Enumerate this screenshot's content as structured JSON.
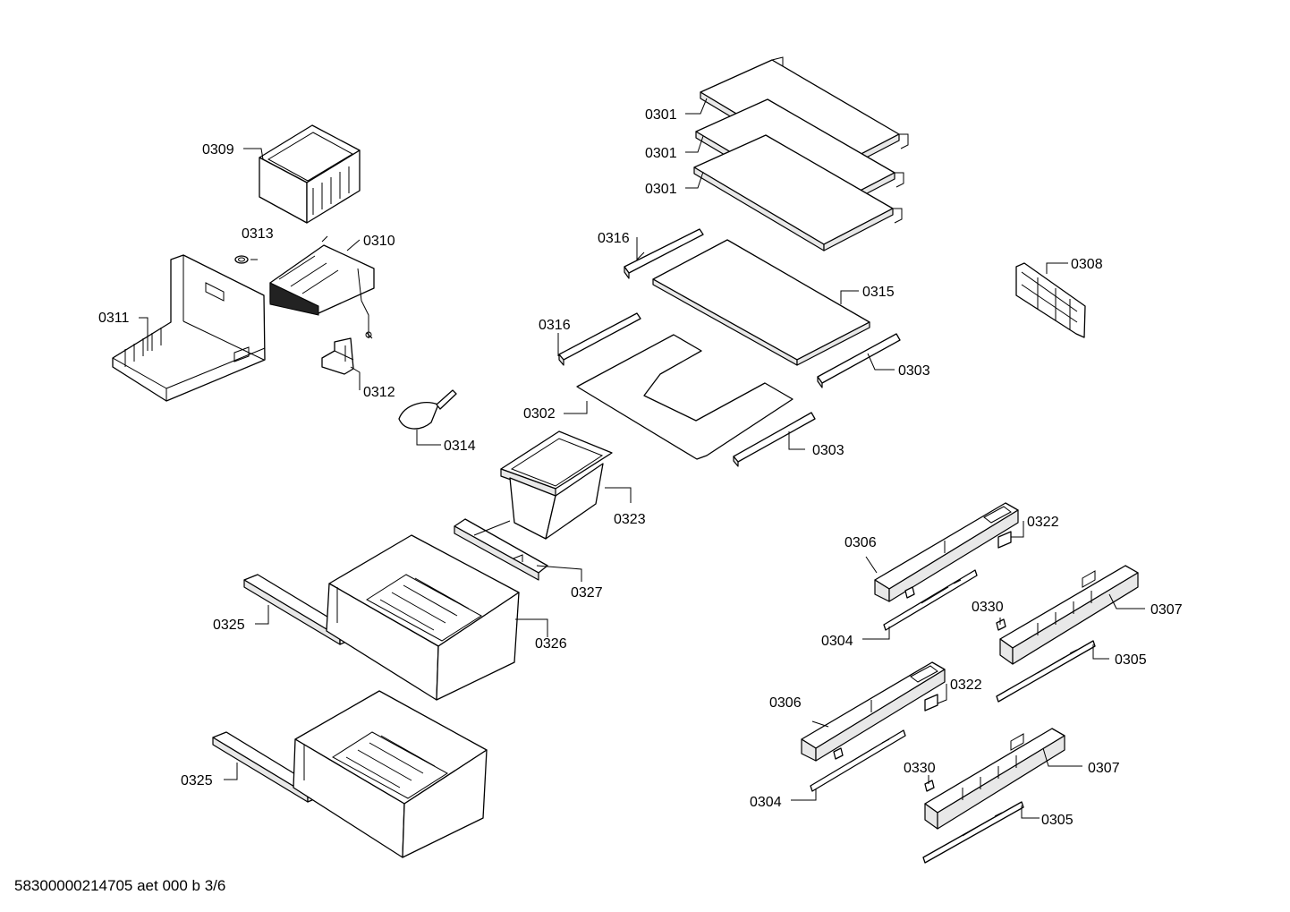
{
  "callouts": {
    "c0301a": "0301",
    "c0301b": "0301",
    "c0301c": "0301",
    "c0302": "0302",
    "c0303a": "0303",
    "c0303b": "0303",
    "c0304a": "0304",
    "c0304b": "0304",
    "c0305a": "0305",
    "c0305b": "0305",
    "c0306a": "0306",
    "c0306b": "0306",
    "c0307a": "0307",
    "c0307b": "0307",
    "c0308": "0308",
    "c0309": "0309",
    "c0310": "0310",
    "c0311": "0311",
    "c0312": "0312",
    "c0313": "0313",
    "c0314": "0314",
    "c0315": "0315",
    "c0316a": "0316",
    "c0316b": "0316",
    "c0322a": "0322",
    "c0322b": "0322",
    "c0323": "0323",
    "c0325a": "0325",
    "c0325b": "0325",
    "c0326": "0326",
    "c0327": "0327",
    "c0330a": "0330",
    "c0330b": "0330"
  },
  "footer": {
    "code": "58300000214705 aet 000 b 3/6"
  }
}
